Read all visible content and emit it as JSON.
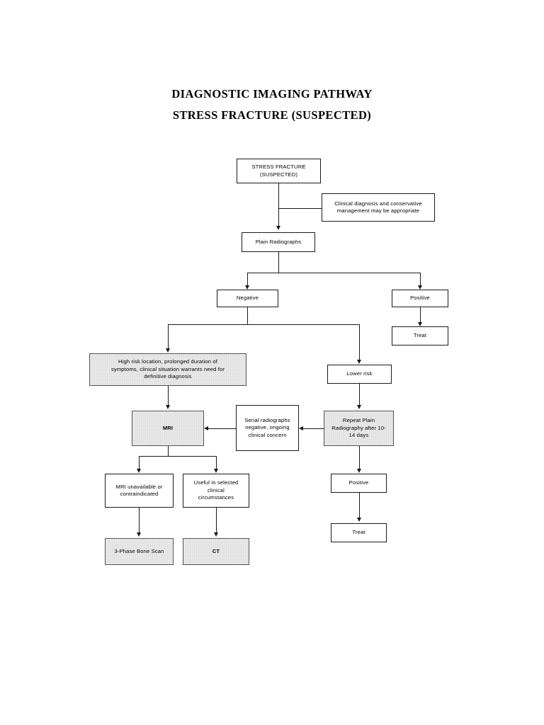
{
  "document": {
    "title_line_1": "DIAGNOSTIC IMAGING PATHWAY",
    "title_line_2": "STRESS FRACTURE (SUSPECTED)"
  },
  "diagram": {
    "type": "flowchart",
    "nodes": {
      "start": "STRESS FRACTURE\n(SUSPECTED)",
      "start_l1": "STRESS FRACTURE",
      "start_l2": "(SUSPECTED)",
      "clinical_note_l1": "Clinical diagnosis and conservative",
      "clinical_note_l2": "management may be appropriate",
      "plain_radiographs": "Plain Radiographs",
      "negative": "Negative",
      "positive_top": "Positive",
      "treat_top": "Treat",
      "high_risk_l1": "High risk location, prolonged duration of",
      "high_risk_l2": "symptoms, clinical situation warrants need for",
      "high_risk_l3": "definitive diagnosis",
      "lower_risk": "Lower risk",
      "mri": "MRI",
      "serial_radiographs_l1": "Serial radiographs",
      "serial_radiographs_l2": "negative, ongoing",
      "serial_radiographs_l3": "clinical concern",
      "repeat_plain_l1": "Repeat Plain",
      "repeat_plain_l2": "Radiography after 10-",
      "repeat_plain_l3": "14 days",
      "mri_unavailable_l1": "MRI unavailable or",
      "mri_unavailable_l2": "contraindicated",
      "useful_selected_l1": "Useful in selected",
      "useful_selected_l2": "clinical",
      "useful_selected_l3": "circumstances",
      "bone_scan": "3-Phase Bone Scan",
      "ct": "CT",
      "positive_bottom": "Positive",
      "treat_bottom": "Treat"
    },
    "colors": {
      "line": "#1a1a1a",
      "shade_fill": "#ececec",
      "page_background": "#ffffff"
    }
  }
}
